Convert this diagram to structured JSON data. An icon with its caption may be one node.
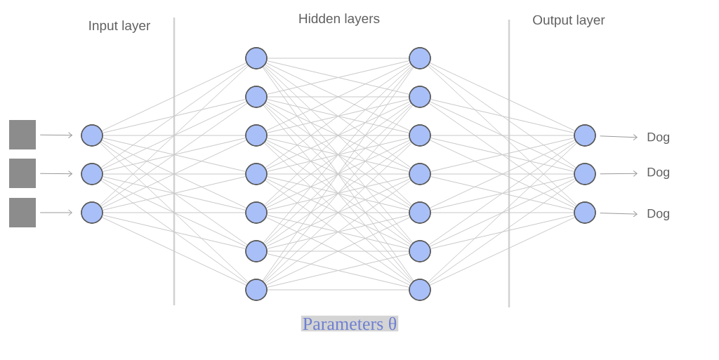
{
  "diagram": {
    "nodes": [
      {
        "text": [],
        "shape": "box"
      },
      {
        "text": [],
        "shape": "box"
      },
      {
        "text": [],
        "shape": "box"
      },
      {
        "text": [],
        "shape": "circle"
      },
      {
        "text": [],
        "shape": "circle"
      },
      {
        "text": [],
        "shape": "circle"
      },
      {
        "text": [],
        "shape": "circle"
      },
      {
        "text": [],
        "shape": "circle"
      },
      {
        "text": [],
        "shape": "circle"
      },
      {
        "text": [],
        "shape": "circle"
      },
      {
        "text": [],
        "shape": "circle"
      },
      {
        "text": [],
        "shape": "circle"
      },
      {
        "text": [],
        "shape": "circle"
      },
      {
        "text": [],
        "shape": "circle"
      },
      {
        "text": [],
        "shape": "circle"
      },
      {
        "text": [],
        "shape": "circle"
      },
      {
        "text": [],
        "shape": "circle"
      },
      {
        "text": [],
        "shape": "circle"
      },
      {
        "text": [],
        "shape": "circle"
      },
      {
        "text": [],
        "shape": "circle"
      },
      {
        "text": [],
        "shape": "circle"
      },
      {
        "text": [],
        "shape": "circle"
      },
      {
        "text": [],
        "shape": "circle"
      },
      {
        "text": [
          "Dog"
        ]
      },
      {
        "text": [
          "Dog"
        ]
      },
      {
        "text": [
          "Dog"
        ]
      }
    ],
    "edges": [
      {
        "from": 0,
        "to": 3,
        "arrow": "to"
      },
      {
        "from": 1,
        "to": 4,
        "arrow": "to"
      },
      {
        "from": 2,
        "to": 5,
        "arrow": "to"
      },
      {
        "from": 3,
        "to": 6,
        "arrow": "none"
      },
      {
        "from": 3,
        "to": 7,
        "arrow": "none"
      },
      {
        "from": 3,
        "to": 8,
        "arrow": "none"
      },
      {
        "from": 3,
        "to": 9,
        "arrow": "none"
      },
      {
        "from": 3,
        "to": 10,
        "arrow": "none"
      },
      {
        "from": 3,
        "to": 11,
        "arrow": "none"
      },
      {
        "from": 3,
        "to": 12,
        "arrow": "none"
      },
      {
        "from": 4,
        "to": 6,
        "arrow": "none"
      },
      {
        "from": 4,
        "to": 7,
        "arrow": "none"
      },
      {
        "from": 4,
        "to": 8,
        "arrow": "none"
      },
      {
        "from": 4,
        "to": 9,
        "arrow": "none"
      },
      {
        "from": 4,
        "to": 10,
        "arrow": "none"
      },
      {
        "from": 4,
        "to": 11,
        "arrow": "none"
      },
      {
        "from": 4,
        "to": 12,
        "arrow": "none"
      },
      {
        "from": 5,
        "to": 6,
        "arrow": "none"
      },
      {
        "from": 5,
        "to": 7,
        "arrow": "none"
      },
      {
        "from": 5,
        "to": 8,
        "arrow": "none"
      },
      {
        "from": 5,
        "to": 9,
        "arrow": "none"
      },
      {
        "from": 5,
        "to": 10,
        "arrow": "none"
      },
      {
        "from": 5,
        "to": 11,
        "arrow": "none"
      },
      {
        "from": 5,
        "to": 12,
        "arrow": "none"
      },
      {
        "from": 6,
        "to": 13,
        "arrow": "none"
      },
      {
        "from": 6,
        "to": 14,
        "arrow": "none"
      },
      {
        "from": 6,
        "to": 15,
        "arrow": "none"
      },
      {
        "from": 6,
        "to": 16,
        "arrow": "none"
      },
      {
        "from": 6,
        "to": 17,
        "arrow": "none"
      },
      {
        "from": 6,
        "to": 18,
        "arrow": "none"
      },
      {
        "from": 6,
        "to": 19,
        "arrow": "none"
      },
      {
        "from": 7,
        "to": 13,
        "arrow": "none"
      },
      {
        "from": 7,
        "to": 14,
        "arrow": "none"
      },
      {
        "from": 7,
        "to": 15,
        "arrow": "none"
      },
      {
        "from": 7,
        "to": 16,
        "arrow": "none"
      },
      {
        "from": 7,
        "to": 17,
        "arrow": "none"
      },
      {
        "from": 7,
        "to": 18,
        "arrow": "none"
      },
      {
        "from": 7,
        "to": 19,
        "arrow": "none"
      },
      {
        "from": 8,
        "to": 13,
        "arrow": "none"
      },
      {
        "from": 8,
        "to": 14,
        "arrow": "none"
      },
      {
        "from": 8,
        "to": 15,
        "arrow": "none"
      },
      {
        "from": 8,
        "to": 16,
        "arrow": "none"
      },
      {
        "from": 8,
        "to": 17,
        "arrow": "none"
      },
      {
        "from": 8,
        "to": 18,
        "arrow": "none"
      },
      {
        "from": 8,
        "to": 19,
        "arrow": "none"
      },
      {
        "from": 9,
        "to": 13,
        "arrow": "none"
      },
      {
        "from": 9,
        "to": 14,
        "arrow": "none"
      },
      {
        "from": 9,
        "to": 15,
        "arrow": "none"
      },
      {
        "from": 9,
        "to": 16,
        "arrow": "none"
      },
      {
        "from": 9,
        "to": 17,
        "arrow": "none"
      },
      {
        "from": 9,
        "to": 18,
        "arrow": "none"
      },
      {
        "from": 9,
        "to": 19,
        "arrow": "none"
      },
      {
        "from": 10,
        "to": 13,
        "arrow": "none"
      },
      {
        "from": 10,
        "to": 14,
        "arrow": "none"
      },
      {
        "from": 10,
        "to": 15,
        "arrow": "none"
      },
      {
        "from": 10,
        "to": 16,
        "arrow": "none"
      },
      {
        "from": 10,
        "to": 17,
        "arrow": "none"
      },
      {
        "from": 10,
        "to": 18,
        "arrow": "none"
      },
      {
        "from": 10,
        "to": 19,
        "arrow": "none"
      },
      {
        "from": 11,
        "to": 13,
        "arrow": "none"
      },
      {
        "from": 11,
        "to": 14,
        "arrow": "none"
      },
      {
        "from": 11,
        "to": 15,
        "arrow": "none"
      },
      {
        "from": 11,
        "to": 16,
        "arrow": "none"
      },
      {
        "from": 11,
        "to": 17,
        "arrow": "none"
      },
      {
        "from": 11,
        "to": 18,
        "arrow": "none"
      },
      {
        "from": 11,
        "to": 19,
        "arrow": "none"
      },
      {
        "from": 12,
        "to": 13,
        "arrow": "none"
      },
      {
        "from": 12,
        "to": 14,
        "arrow": "none"
      },
      {
        "from": 12,
        "to": 15,
        "arrow": "none"
      },
      {
        "from": 12,
        "to": 16,
        "arrow": "none"
      },
      {
        "from": 12,
        "to": 17,
        "arrow": "none"
      },
      {
        "from": 12,
        "to": 18,
        "arrow": "none"
      },
      {
        "from": 12,
        "to": 19,
        "arrow": "none"
      },
      {
        "from": 13,
        "to": 20,
        "arrow": "none"
      },
      {
        "from": 13,
        "to": 21,
        "arrow": "none"
      },
      {
        "from": 13,
        "to": 22,
        "arrow": "none"
      },
      {
        "from": 14,
        "to": 20,
        "arrow": "none"
      },
      {
        "from": 14,
        "to": 21,
        "arrow": "none"
      },
      {
        "from": 14,
        "to": 22,
        "arrow": "none"
      },
      {
        "from": 15,
        "to": 20,
        "arrow": "none"
      },
      {
        "from": 15,
        "to": 21,
        "arrow": "none"
      },
      {
        "from": 15,
        "to": 22,
        "arrow": "none"
      },
      {
        "from": 16,
        "to": 20,
        "arrow": "none"
      },
      {
        "from": 16,
        "to": 21,
        "arrow": "none"
      },
      {
        "from": 16,
        "to": 22,
        "arrow": "none"
      },
      {
        "from": 17,
        "to": 20,
        "arrow": "none"
      },
      {
        "from": 17,
        "to": 21,
        "arrow": "none"
      },
      {
        "from": 17,
        "to": 22,
        "arrow": "none"
      },
      {
        "from": 18,
        "to": 20,
        "arrow": "none"
      },
      {
        "from": 18,
        "to": 21,
        "arrow": "none"
      },
      {
        "from": 18,
        "to": 22,
        "arrow": "none"
      },
      {
        "from": 19,
        "to": 20,
        "arrow": "none"
      },
      {
        "from": 19,
        "to": 21,
        "arrow": "none"
      },
      {
        "from": 19,
        "to": 22,
        "arrow": "none"
      },
      {
        "from": 20,
        "to": 23,
        "arrow": "to"
      },
      {
        "from": 21,
        "to": 24,
        "arrow": "to"
      },
      {
        "from": 22,
        "to": 25,
        "arrow": "to"
      }
    ],
    "labels": [
      "Input layer",
      "Hidden layers",
      "Output layer",
      "Parameters θ"
    ]
  }
}
